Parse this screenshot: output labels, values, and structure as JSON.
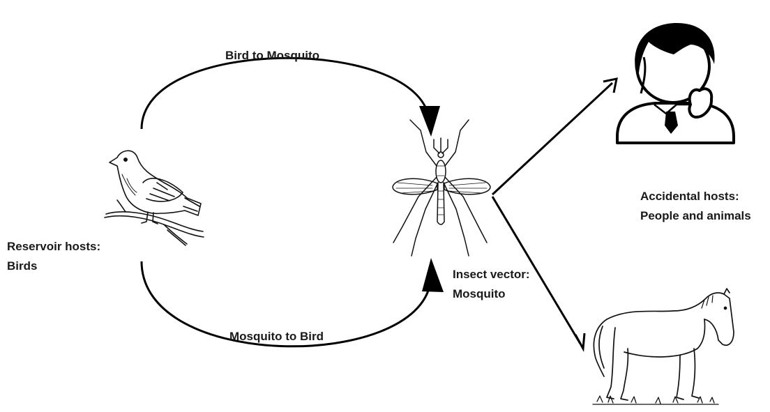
{
  "cycle": {
    "top_arrow_label": "Bird to Mosquito",
    "bottom_arrow_label": "Mosquito to Bird"
  },
  "reservoir": {
    "line1": "Reservoir hosts:",
    "line2": "Birds",
    "icon": "bird-illustration"
  },
  "vector": {
    "line1": "Insect vector:",
    "line2": "Mosquito",
    "icon": "mosquito-illustration"
  },
  "accidental": {
    "line1": "Accidental hosts:",
    "line2": "People and animals",
    "icons": [
      "person-illustration",
      "horse-illustration"
    ]
  },
  "colors": {
    "ink": "#000000",
    "text": "#1a1a1a",
    "background": "#ffffff"
  }
}
